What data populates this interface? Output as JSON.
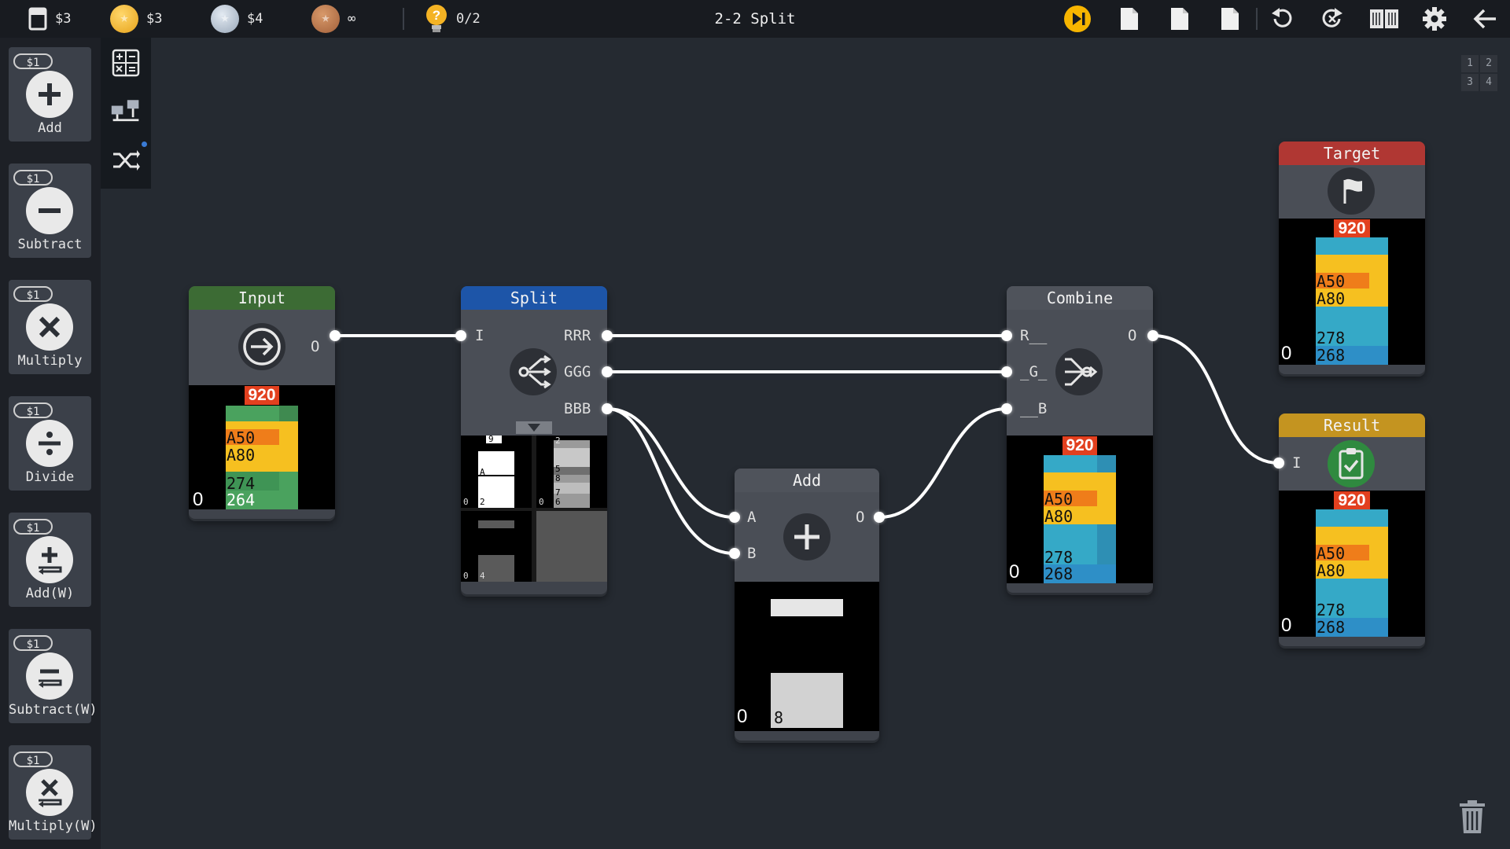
{
  "topbar": {
    "cost": "$3",
    "gold": "$3",
    "silver": "$4",
    "bronze": "∞",
    "hints": "0/2",
    "title": "2-2 Split"
  },
  "palette": [
    {
      "cost": "$1",
      "label": "Add",
      "icon": "plus-icon"
    },
    {
      "cost": "$1",
      "label": "Subtract",
      "icon": "minus-icon"
    },
    {
      "cost": "$1",
      "label": "Multiply",
      "icon": "times-icon"
    },
    {
      "cost": "$1",
      "label": "Divide",
      "icon": "divide-icon"
    },
    {
      "cost": "$1",
      "label": "Add(W)",
      "icon": "plus-wrap-icon"
    },
    {
      "cost": "$1",
      "label": "Subtract(W)",
      "icon": "minus-wrap-icon"
    },
    {
      "cost": "$1",
      "label": "Multiply(W)",
      "icon": "times-wrap-icon"
    }
  ],
  "corner_grid": [
    "1",
    "2",
    "3",
    "4"
  ],
  "nodes": {
    "input": {
      "title": "Input",
      "out": "O",
      "top": "920",
      "bottom": "0",
      "labels": [
        "A50",
        "A80",
        "274",
        "264"
      ]
    },
    "split": {
      "title": "Split",
      "in": "I",
      "outs": [
        "RRR",
        "GGG",
        "BBB"
      ],
      "mini": {
        "a": "A",
        "n9": "9",
        "n2a": "2",
        "n2b": "2",
        "n5": "5",
        "n8": "8",
        "n7": "7",
        "n6": "6",
        "z1": "0",
        "z2": "0",
        "z3": "0",
        "n4": "4"
      }
    },
    "add": {
      "title": "Add",
      "inA": "A",
      "inB": "B",
      "out": "O",
      "bottom": "0",
      "value": "8"
    },
    "combine": {
      "title": "Combine",
      "ins": [
        "R__",
        "_G_",
        "__B"
      ],
      "out": "O",
      "top": "920",
      "bottom": "0",
      "labels": [
        "A50",
        "A80",
        "278",
        "268"
      ]
    },
    "target": {
      "title": "Target",
      "top": "920",
      "bottom": "0",
      "labels": [
        "A50",
        "A80",
        "278",
        "268"
      ]
    },
    "result": {
      "title": "Result",
      "in": "I",
      "top": "920",
      "bottom": "0",
      "labels": [
        "A50",
        "A80",
        "278",
        "268"
      ]
    }
  },
  "colors": {
    "input_header": "#3c6b34",
    "split_header": "#1d55a8",
    "target_header": "#b03733",
    "result_header": "#c49420",
    "gray_header": "#4f535b"
  }
}
